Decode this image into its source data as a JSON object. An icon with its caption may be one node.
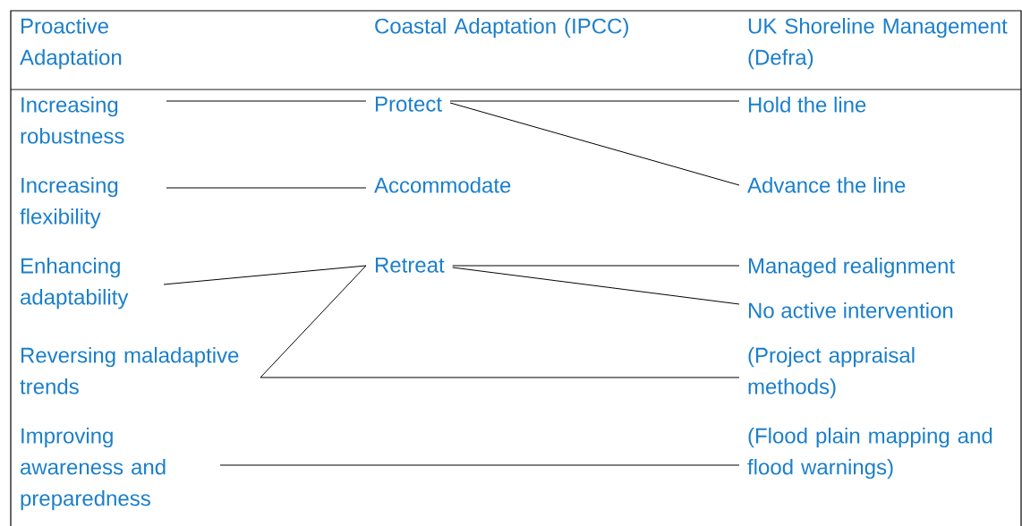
{
  "diagram": {
    "nodes": [
      {
        "text": [
          "Increasing robustness"
        ]
      },
      {
        "text": [
          "Increasing flexibility"
        ]
      },
      {
        "text": [
          "Enhancing adaptability"
        ]
      },
      {
        "text": [
          "Reversing maladaptive trends"
        ]
      },
      {
        "text": [
          "Improving awareness and preparedness"
        ]
      },
      {
        "text": [
          "Protect"
        ]
      },
      {
        "text": [
          "Accommodate"
        ]
      },
      {
        "text": [
          "Retreat"
        ]
      },
      {
        "text": [
          "Hold the line"
        ]
      },
      {
        "text": [
          "Advance the line"
        ]
      },
      {
        "text": [
          "Managed realignment"
        ]
      },
      {
        "text": [
          "No active intervention"
        ]
      },
      {
        "text": [
          "(Project appraisal methods)"
        ]
      },
      {
        "text": [
          "(Flood plain mapping and flood warnings)"
        ]
      }
    ],
    "edges": [
      {
        "from": 0,
        "to": 5,
        "arrow": "none"
      },
      {
        "from": 1,
        "to": 6,
        "arrow": "none"
      },
      {
        "from": 2,
        "to": 7,
        "arrow": "none"
      },
      {
        "from": 3,
        "to": 7,
        "arrow": "none"
      },
      {
        "from": 3,
        "to": 12,
        "arrow": "none"
      },
      {
        "from": 4,
        "to": 13,
        "arrow": "none"
      },
      {
        "from": 5,
        "to": 8,
        "arrow": "none"
      },
      {
        "from": 5,
        "to": 9,
        "arrow": "none"
      },
      {
        "from": 7,
        "to": 10,
        "arrow": "none"
      },
      {
        "from": 7,
        "to": 11,
        "arrow": "none"
      }
    ],
    "labels": [
      "Proactive Adaptation",
      "Coastal Adaptation (IPCC)",
      "UK Shoreline Management (Defra)"
    ]
  }
}
